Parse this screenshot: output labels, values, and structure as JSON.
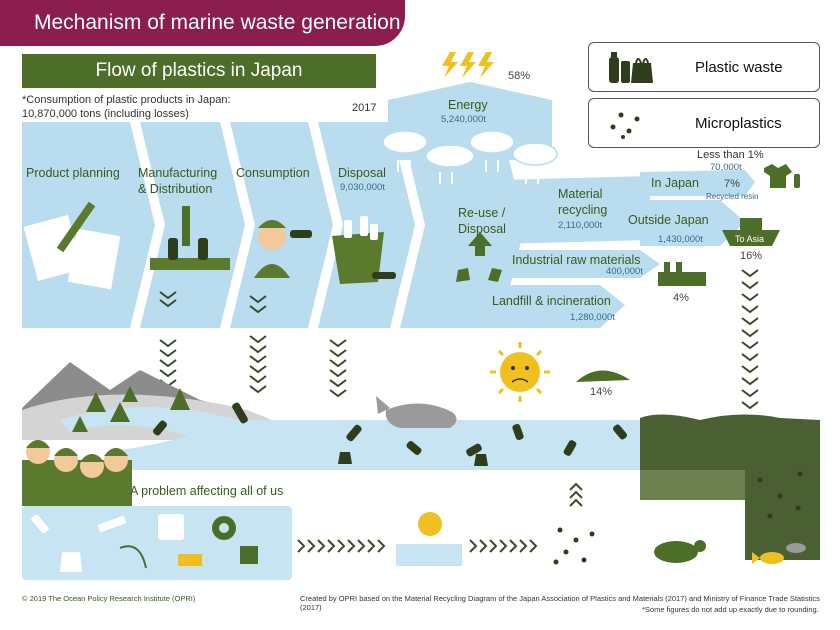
{
  "header": {
    "title": "Mechanism of marine waste generation",
    "subtitle": "Flow of plastics in Japan"
  },
  "consumption_note": {
    "line1": "*Consumption of plastic products in Japan:",
    "line2": "10,870,000 tons (including losses)"
  },
  "year": "2017",
  "legend": {
    "plastic_waste": "Plastic waste",
    "microplastics": "Microplastics"
  },
  "stages": {
    "planning": "Product planning",
    "manufacturing_1": "Manufacturing",
    "manufacturing_2": "& Distribution",
    "consumption": "Consumption",
    "disposal": "Disposal",
    "disposal_amount": "9,030,000t",
    "reuse_1": "Re-use /",
    "reuse_2": "Disposal"
  },
  "flows": {
    "energy": "Energy",
    "energy_amount": "5,240,000t",
    "energy_pct": "58%",
    "material_1": "Material",
    "material_2": "recycling",
    "material_amount": "2,110,000t",
    "in_japan": "In Japan",
    "less_than": "Less than 1%",
    "in_japan_amount": "70,000t",
    "in_japan_pct": "7%",
    "recycled_resin": "Recycled resin",
    "outside_japan": "Outside Japan",
    "outside_amount": "1,430,000t",
    "to_asia": "To Asia",
    "outside_pct": "16%",
    "industrial": "Industrial raw materials",
    "industrial_amount": "400,000t",
    "industrial_pct": "4%",
    "landfill": "Landfill & incineration",
    "landfill_amount": "1,280,000t",
    "landfill_pct": "14%"
  },
  "problem_label": "A problem  affecting all of us",
  "footer": {
    "copyright": "© 2019 The Ocean Policy Research Institute (OPRI)",
    "credit": "Created  by OPRI based on the Material  Recycling Diagram of the Japan Association of Plastics and  Materials  (2017) and Ministry of Finance Trade Statistics  (2017)",
    "note": "*Some figures do not add up exactly due to rounding."
  },
  "colors": {
    "banner": "#8c1d4f",
    "subtitle": "#4d6e28",
    "flow": "#b9dcef",
    "sea": "#c7e4f3",
    "polluted": "#4a5f32",
    "olive": "#5c7a2e"
  }
}
